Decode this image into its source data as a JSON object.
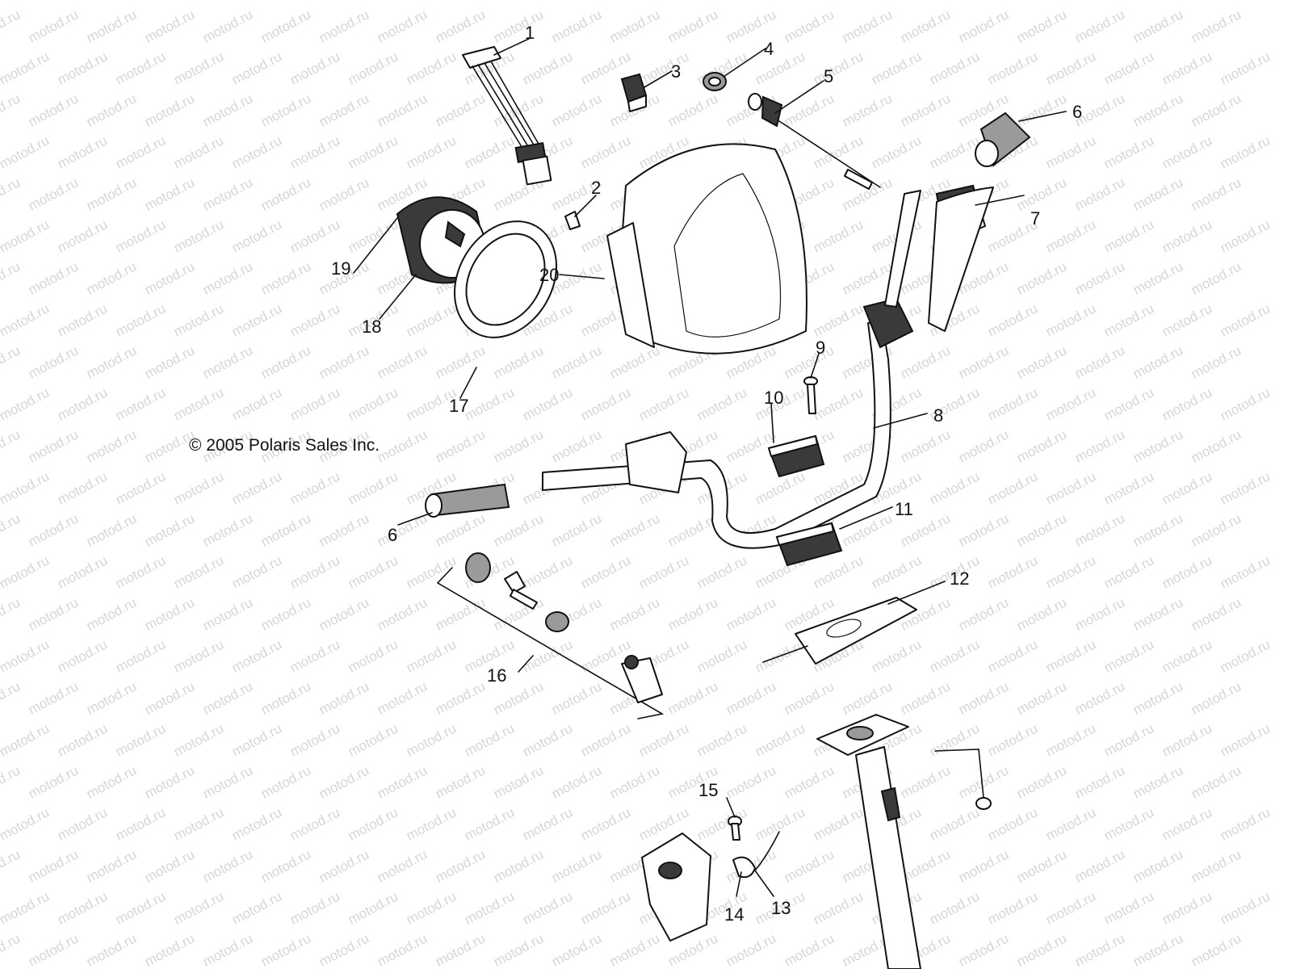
{
  "copyright": "© 2005 Polaris Sales Inc.",
  "watermark": "motod.ru",
  "callouts": [
    {
      "id": "1",
      "label": "1"
    },
    {
      "id": "2",
      "label": "2"
    },
    {
      "id": "3",
      "label": "3"
    },
    {
      "id": "4",
      "label": "4"
    },
    {
      "id": "5",
      "label": "5"
    },
    {
      "id": "6a",
      "label": "6"
    },
    {
      "id": "6b",
      "label": "6"
    },
    {
      "id": "7",
      "label": "7"
    },
    {
      "id": "8",
      "label": "8"
    },
    {
      "id": "9",
      "label": "9"
    },
    {
      "id": "10",
      "label": "10"
    },
    {
      "id": "11",
      "label": "11"
    },
    {
      "id": "12",
      "label": "12"
    },
    {
      "id": "13",
      "label": "13"
    },
    {
      "id": "14",
      "label": "14"
    },
    {
      "id": "15",
      "label": "15"
    },
    {
      "id": "16",
      "label": "16"
    },
    {
      "id": "17",
      "label": "17"
    },
    {
      "id": "18",
      "label": "18"
    },
    {
      "id": "19",
      "label": "19"
    },
    {
      "id": "20",
      "label": "20"
    }
  ]
}
